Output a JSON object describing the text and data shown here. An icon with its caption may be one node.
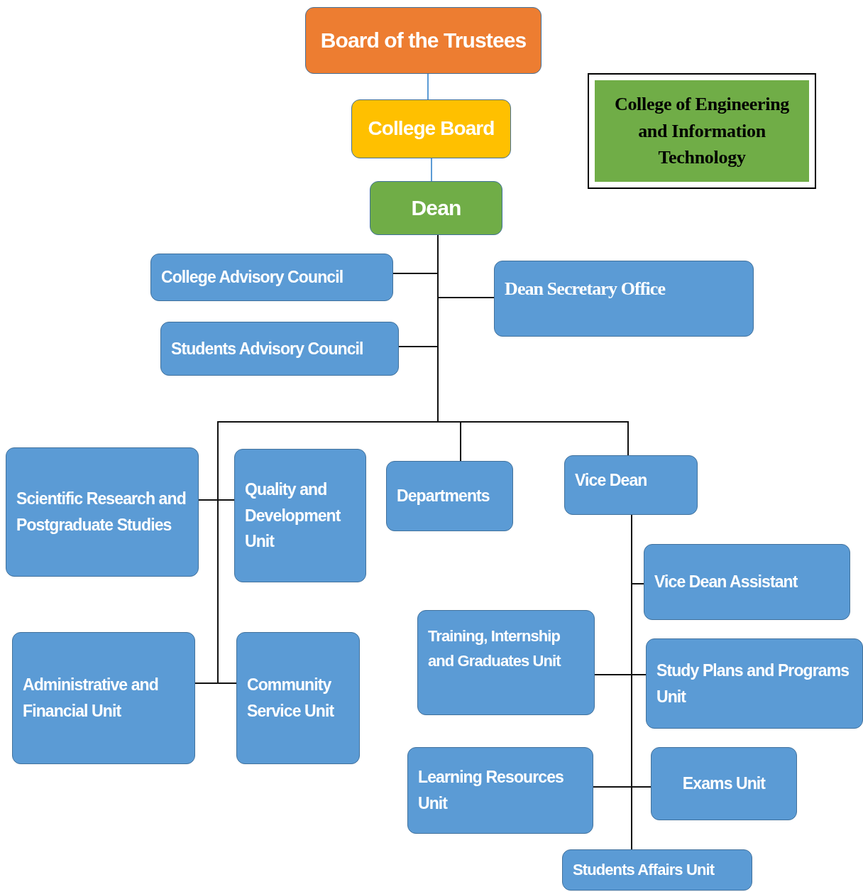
{
  "diagram": {
    "nodes": [
      {
        "text": [
          "Board of the Trustees"
        ]
      },
      {
        "text": [
          "College Board"
        ]
      },
      {
        "text": [
          "Dean"
        ]
      },
      {
        "text": [
          "College of Engineering and Information Technology"
        ]
      },
      {
        "text": [
          "College Advisory Council"
        ]
      },
      {
        "text": [
          "Dean Secretary Office"
        ]
      },
      {
        "text": [
          "Students Advisory Council"
        ]
      },
      {
        "text": [
          "Scientific Research and Postgraduate Studies"
        ]
      },
      {
        "text": [
          "Quality and Development Unit"
        ]
      },
      {
        "text": [
          "Departments"
        ]
      },
      {
        "text": [
          "Vice Dean"
        ]
      },
      {
        "text": [
          "Vice Dean Assistant"
        ]
      },
      {
        "text": [
          "Training, Internship and Graduates Unit"
        ]
      },
      {
        "text": [
          "Study Plans and Programs Unit"
        ]
      },
      {
        "text": [
          "Administrative and Financial Unit"
        ]
      },
      {
        "text": [
          "Community Service Unit"
        ]
      },
      {
        "text": [
          "Learning Resources Unit"
        ]
      },
      {
        "text": [
          "Exams Unit"
        ]
      },
      {
        "text": [
          "Students Affairs Unit"
        ]
      }
    ],
    "edges": [
      {
        "from": 0,
        "to": 1,
        "arrow": "none",
        "color": "#5b9bd5"
      },
      {
        "from": 1,
        "to": 2,
        "arrow": "none",
        "color": "#5b9bd5"
      },
      {
        "from": 2,
        "to": 4,
        "arrow": "none"
      },
      {
        "from": 2,
        "to": 5,
        "arrow": "none"
      },
      {
        "from": 2,
        "to": 6,
        "arrow": "none"
      },
      {
        "from": 2,
        "to": 7,
        "arrow": "none"
      },
      {
        "from": 2,
        "to": 8,
        "arrow": "none"
      },
      {
        "from": 2,
        "to": 9,
        "arrow": "none"
      },
      {
        "from": 2,
        "to": 10,
        "arrow": "none"
      },
      {
        "from": 2,
        "to": 14,
        "arrow": "none"
      },
      {
        "from": 2,
        "to": 15,
        "arrow": "none"
      },
      {
        "from": 10,
        "to": 11,
        "arrow": "none"
      },
      {
        "from": 10,
        "to": 12,
        "arrow": "none"
      },
      {
        "from": 10,
        "to": 13,
        "arrow": "none"
      },
      {
        "from": 10,
        "to": 16,
        "arrow": "none"
      },
      {
        "from": 10,
        "to": 17,
        "arrow": "none"
      },
      {
        "from": 10,
        "to": 18,
        "arrow": "none"
      }
    ]
  }
}
